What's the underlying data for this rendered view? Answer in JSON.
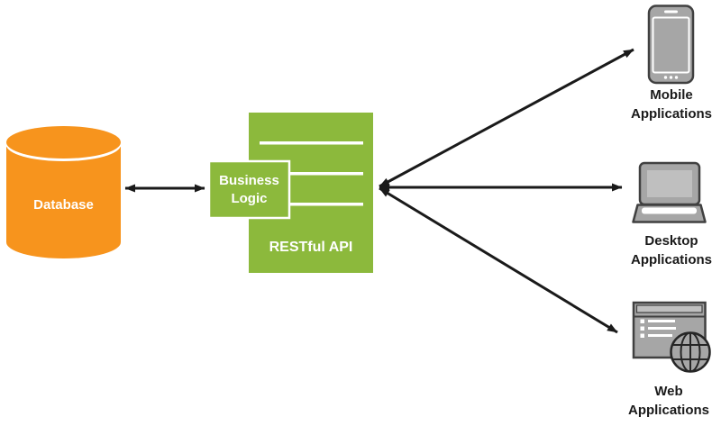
{
  "diagram": {
    "nodes": {
      "database": {
        "label": "Database",
        "shape": "cylinder",
        "color": "orange"
      },
      "business_logic": {
        "label": "Business\nLogic",
        "shape": "rectangle",
        "color": "green"
      },
      "restful_api": {
        "label": "RESTful API",
        "shape": "rectangle-with-lines",
        "color": "green"
      },
      "mobile": {
        "label": "Mobile\nApplications",
        "icon": "smartphone-icon"
      },
      "desktop": {
        "label": "Desktop\nApplications",
        "icon": "laptop-icon"
      },
      "web": {
        "label": "Web\nApplications",
        "icon": "browser-globe-icon"
      }
    },
    "connections": [
      {
        "from": "database",
        "to": "business_logic",
        "bidirectional": true
      },
      {
        "from": "restful_api",
        "to": "mobile",
        "bidirectional": true
      },
      {
        "from": "restful_api",
        "to": "desktop",
        "bidirectional": true
      },
      {
        "from": "restful_api",
        "to": "web",
        "bidirectional": true
      }
    ]
  },
  "colors": {
    "database_orange": "#F7941D",
    "api_green": "#8CB93C",
    "icon_gray": "#A6A6A6",
    "icon_light_gray": "#BFBFBF",
    "icon_border_dark": "#404040",
    "globe_border": "#262626",
    "arrow_black": "#1A1A1A",
    "text_white": "#FFFFFF",
    "text_black": "#1A1A1A"
  }
}
